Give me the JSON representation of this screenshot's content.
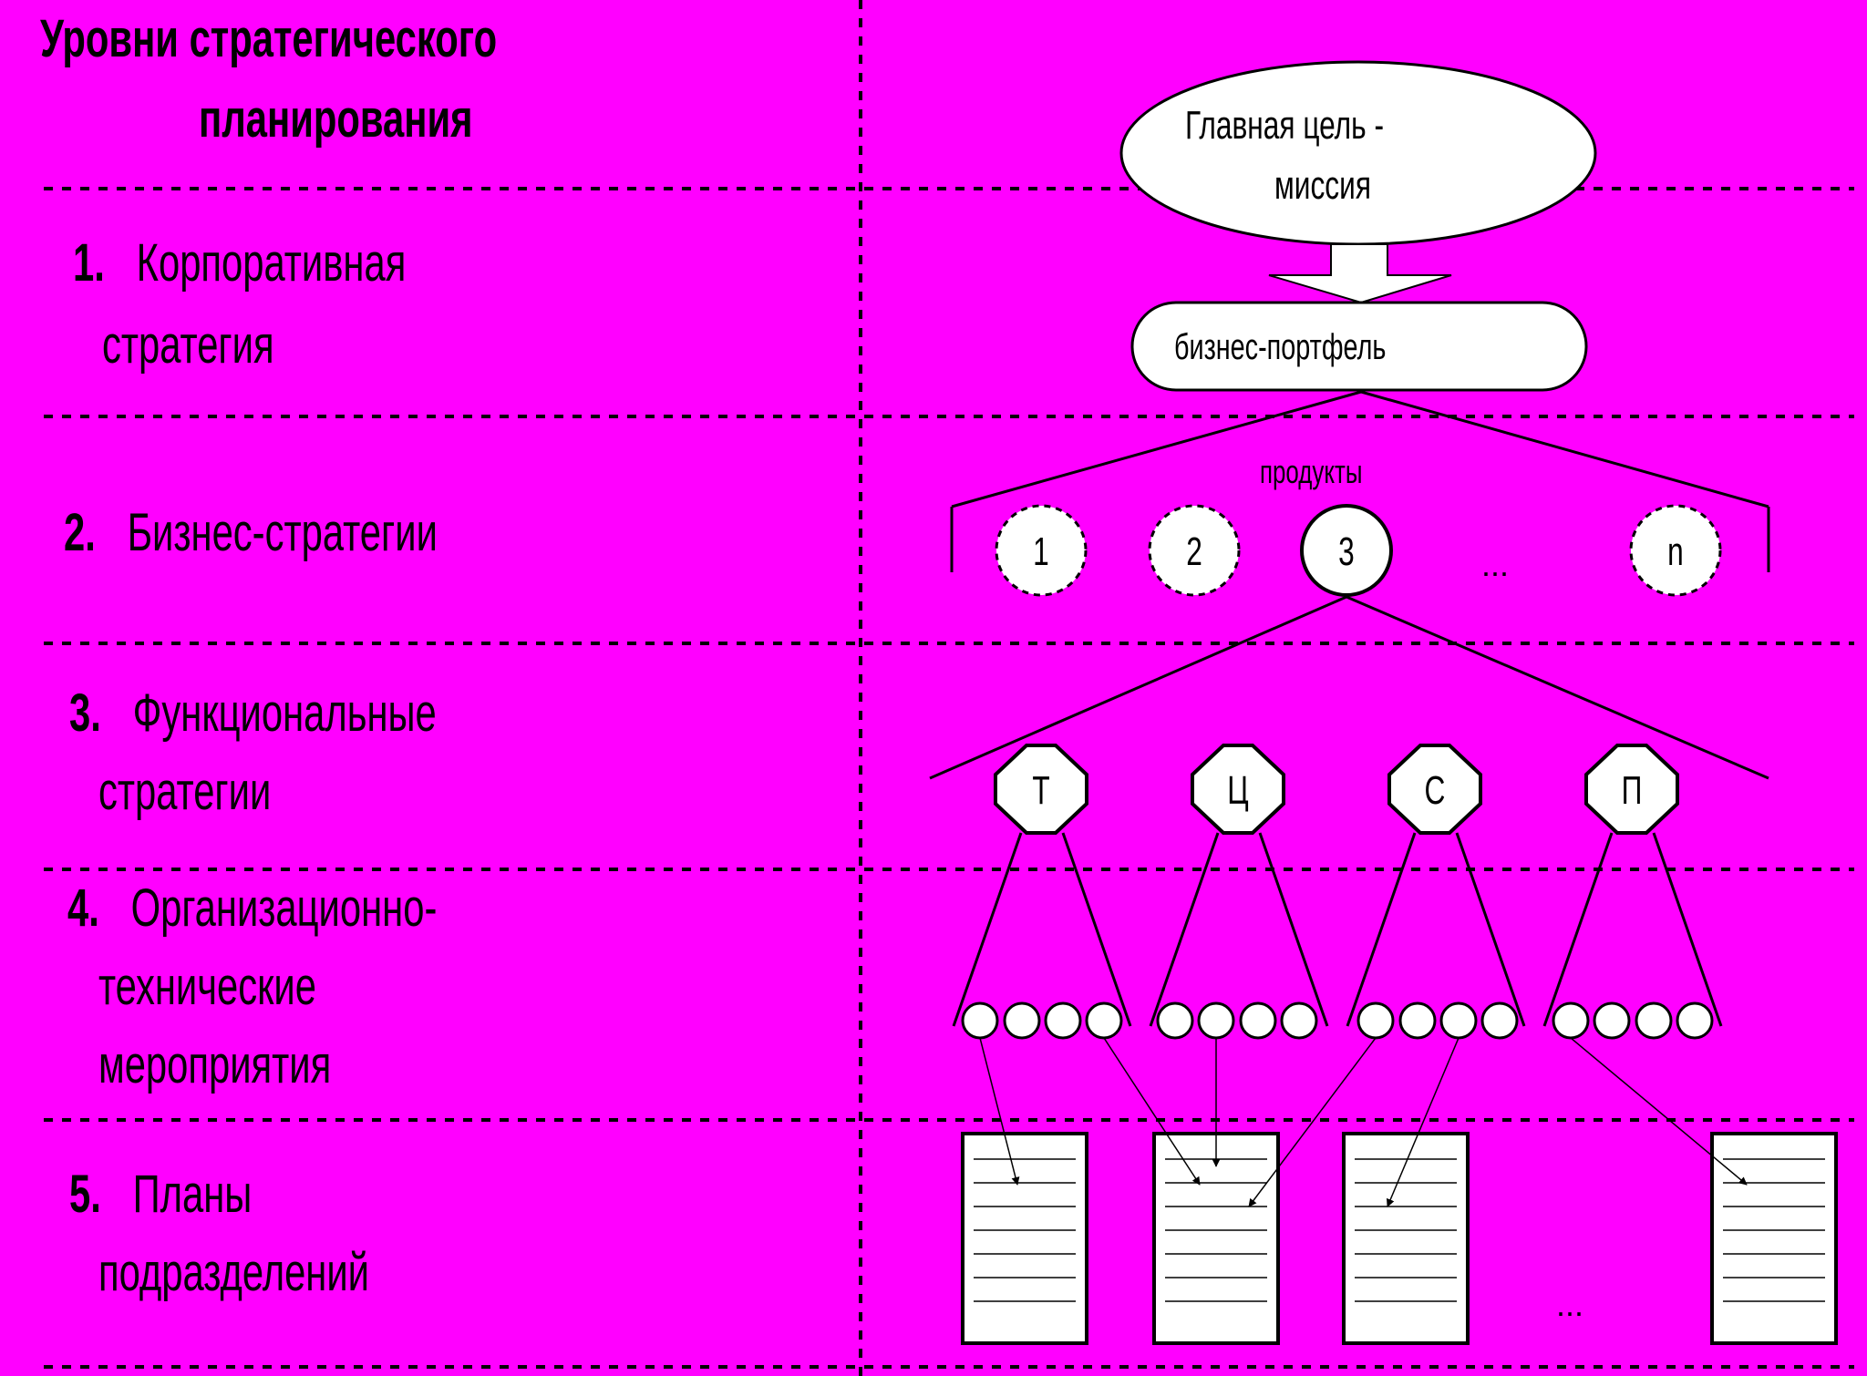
{
  "title": {
    "line1": "Уровни стратегического",
    "line2": "планирования"
  },
  "levels": [
    {
      "num": "1.",
      "line1": "Корпоративная",
      "line2": "стратегия"
    },
    {
      "num": "2.",
      "line1": "Бизнес-стратегии"
    },
    {
      "num": "3.",
      "line1": "Функциональные",
      "line2": "стратегии"
    },
    {
      "num": "4.",
      "line1": "Организационно-",
      "line2": "технические",
      "line3": "мероприятия"
    },
    {
      "num": "5.",
      "line1": "Планы",
      "line2": "подразделений"
    }
  ],
  "diagram": {
    "mission_line1": "Главная цель -",
    "mission_line2": "миссия",
    "portfolio": "бизнес-портфель",
    "products_label": "продукты",
    "products": [
      "1",
      "2",
      "3",
      "n"
    ],
    "products_ellipsis": "...",
    "functions": [
      "Т",
      "Ц",
      "С",
      "П"
    ],
    "plans_ellipsis": "..."
  },
  "colors": {
    "background": "#ff00ff",
    "shape_fill": "#ffffff",
    "ink": "#000000"
  }
}
